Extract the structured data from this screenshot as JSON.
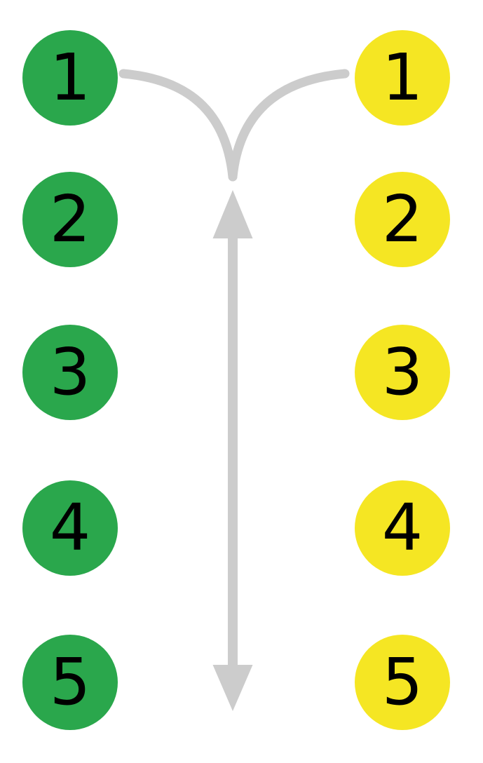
{
  "diagram": {
    "background": "#ffffff",
    "left_column": {
      "name": "green-nodes",
      "color": "#2aa74c",
      "text_color": "#000000",
      "items": [
        {
          "label": "1"
        },
        {
          "label": "2"
        },
        {
          "label": "3"
        },
        {
          "label": "4"
        },
        {
          "label": "5"
        }
      ]
    },
    "right_column": {
      "name": "yellow-nodes",
      "color": "#f5e623",
      "text_color": "#000000",
      "items": [
        {
          "label": "1"
        },
        {
          "label": "2"
        },
        {
          "label": "3"
        },
        {
          "label": "4"
        },
        {
          "label": "5"
        }
      ]
    },
    "connector": {
      "color": "#cccccc",
      "icon": "merge-curves-double-headed-arrow",
      "parts": [
        "merge-curve-left",
        "merge-curve-right",
        "double-arrow"
      ]
    }
  }
}
